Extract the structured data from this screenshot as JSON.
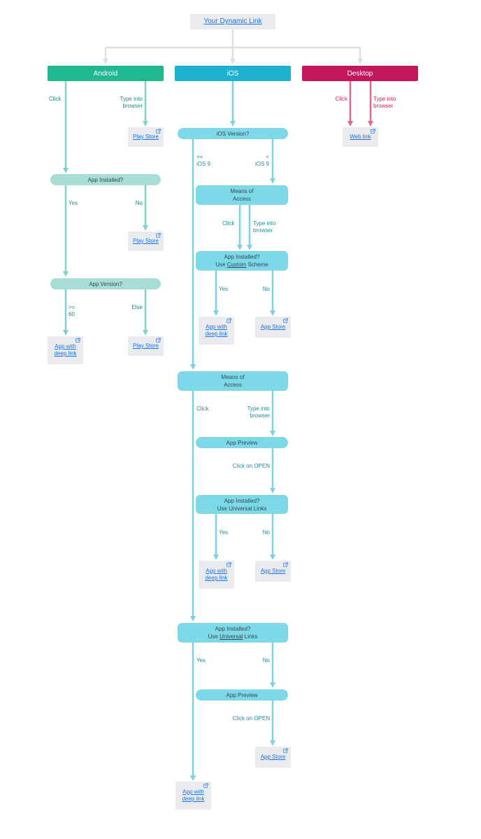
{
  "top": {
    "label": "Your Dynamic Link"
  },
  "columns": {
    "android": {
      "label": "Android",
      "color": "#20b88f"
    },
    "ios": {
      "label": "iOS",
      "color": "#20b0d0"
    },
    "desktop": {
      "label": "Desktop",
      "color": "#c2185b"
    }
  },
  "android": {
    "click": "Click",
    "type_into_browser": "Type into\nbrowser",
    "play_store_1": "Play Store",
    "app_installed": "App Installed?",
    "yes": "Yes",
    "no": "No",
    "play_store_2": "Play Store",
    "app_version": "App Version?",
    "gte_60": ">=\n60",
    "else": "Else",
    "app_deep_link": "App with\ndeep link",
    "play_store_3": "Play Store"
  },
  "ios": {
    "ios_version": "iOS Version?",
    "gte_ios9": ">=\niOS 9",
    "lt_ios9": "<\niOS 9",
    "means_1": "Means of\nAccess",
    "click_1": "Click",
    "type_1": "Type into\nbrowser",
    "installed_custom_line1": "App Installed?",
    "installed_custom_line2_pre": "Use ",
    "installed_custom_line2_hl": "Custom",
    "installed_custom_line2_post": " Scheme",
    "yes_1": "Yes",
    "no_1": "No",
    "deep_link_1": "App with\ndeep link",
    "app_store_1": "App Store",
    "means_2": "Means of\nAccess",
    "click_2": "Click",
    "type_2": "Type into\nbrowser",
    "app_preview_1": "App Preview",
    "click_open_1": "Click on OPEN",
    "installed_ul_1": "App Installed?\nUse Universal Links",
    "yes_2": "Yes",
    "no_2": "No",
    "deep_link_2": "App with\ndeep link",
    "app_store_2": "App Store",
    "installed_ul_2_line1": "App Installed?",
    "installed_ul_2_line2_pre": "Use ",
    "installed_ul_2_line2_hl": "Universal",
    "installed_ul_2_line2_post": " Links",
    "yes_3": "Yes",
    "no_3": "No",
    "app_preview_2": "App Preview",
    "click_open_2": "Click on OPEN",
    "app_store_3": "App Store",
    "deep_link_3": "App with\ndeep link"
  },
  "desktop": {
    "click": "Click",
    "type_into_browser": "Type into\nbrowser",
    "web_link": "Web link"
  },
  "colors": {
    "connector_gray": "#e0e0e0",
    "android_line": "#7fd3c8",
    "ios_line": "#7dd3e3",
    "desktop_line": "#e06890",
    "link_blue": "#1a73e8",
    "dest_bg": "#e9ebee"
  }
}
